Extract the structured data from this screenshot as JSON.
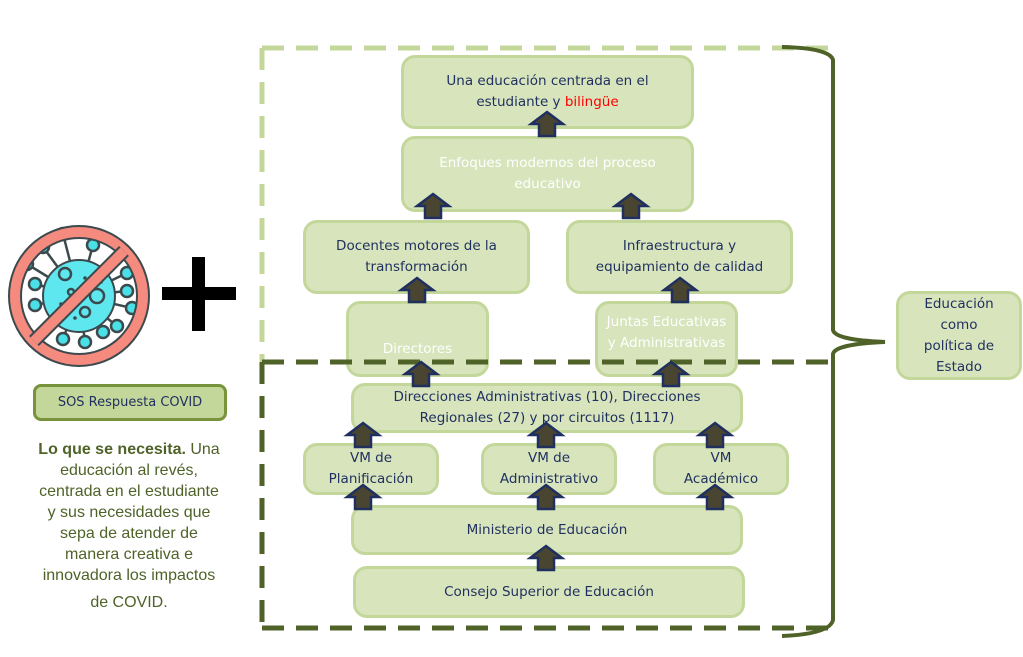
{
  "left_panel": {
    "icon": "no-virus-icon",
    "plus_icon": "plus-icon",
    "badge_label": "SOS Respuesta COVID",
    "need_bold": "Lo que se necesita.",
    "need_lines": [
      " Una",
      "educación al revés,",
      "centrada en el estudiante",
      "y sus necesidades que",
      "sepa de atender de",
      "manera creativa e",
      "innovadora los impactos",
      "de COVID."
    ]
  },
  "upper_region": {
    "top_goal_part1": "Una educación centrada en el",
    "top_goal_part2": "estudiante y ",
    "top_goal_highlight": "bilingüe",
    "modern_approaches": "Enfoques modernos del proceso educativo",
    "teachers": "Docentes motores de la transformación",
    "infrastructure": "Infraestructura y equipamiento de calidad",
    "directors": "Directores",
    "boards": "Juntas Educativas y Administrativas"
  },
  "lower_region": {
    "directions": "Direcciones Administrativas (10), Direcciones Regionales (27) y por circuitos (1117)",
    "vm_planning": "VM de Planificación",
    "vm_admin": "VM de Administrativo",
    "vm_academic": "VM Académico",
    "ministry": "Ministerio de Educación",
    "council": "Consejo Superior de Educación"
  },
  "brace_label": "Educación como política de Estado",
  "colors": {
    "box_fill": "#d7e4bc",
    "box_border": "#c4d79b",
    "dash_dark": "#4f6228",
    "dash_light": "#c4d79b",
    "arrow_fill": "#4a4530",
    "arrow_stroke": "#1f2f5f",
    "highlight_red": "#ff0000"
  }
}
